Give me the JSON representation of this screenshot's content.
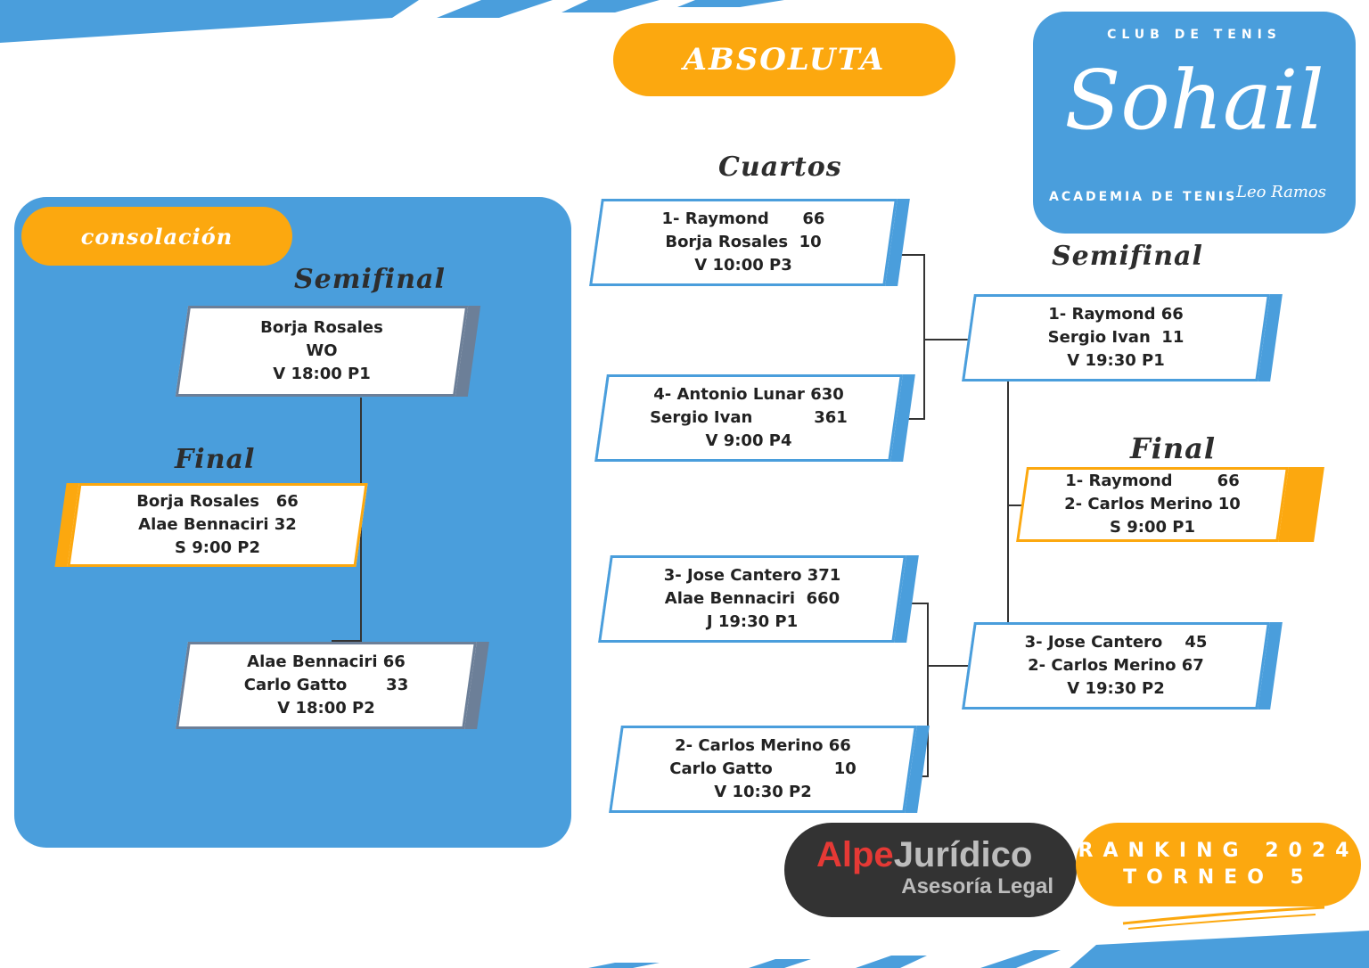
{
  "header": {
    "title": "ABSOLUTA"
  },
  "logo": {
    "club": "CLUB DE TENIS",
    "name": "Sohail",
    "academy": "ACADEMIA DE TENIS",
    "signature": "Leo Ramos"
  },
  "stages": {
    "cuartos": "Cuartos",
    "semifinal": "Semifinal",
    "final": "Final"
  },
  "cuartos": [
    {
      "l1": "1- Raymond      66",
      "l2": "Borja Rosales  10",
      "l3": "V 10:00 P3"
    },
    {
      "l1": "4- Antonio Lunar 630",
      "l2": "Sergio Ivan           361",
      "l3": "V 9:00 P4"
    },
    {
      "l1": "3- Jose Cantero 371",
      "l2": "Alae Bennaciri  660",
      "l3": "J 19:30 P1"
    },
    {
      "l1": "2- Carlos Merino 66",
      "l2": "Carlo Gatto           10",
      "l3": "V 10:30 P2"
    }
  ],
  "semifinal": [
    {
      "l1": "1- Raymond 66",
      "l2": "Sergio Ivan  11",
      "l3": "V 19:30 P1"
    },
    {
      "l1": "3- Jose Cantero    45",
      "l2": "2- Carlos Merino 67",
      "l3": "V 19:30 P2"
    }
  ],
  "final": {
    "l1": "1- Raymond        66",
    "l2": "2- Carlos Merino 10",
    "l3": "S 9:00 P1"
  },
  "consolacion": {
    "label": "consolación",
    "semifinal_title": "Semifinal",
    "final_title": "Final",
    "semi1": {
      "l1": "Borja Rosales",
      "l2": "WO",
      "l3": "V 18:00 P1"
    },
    "semi2": {
      "l1": "Alae Bennaciri 66",
      "l2": "Carlo Gatto       33",
      "l3": "V 18:00 P2"
    },
    "final": {
      "l1": "Borja Rosales   66",
      "l2": "Alae Bennaciri 32",
      "l3": "S 9:00 P2"
    }
  },
  "sponsor": {
    "alpe": "Alpe",
    "juridico": "Jurídico",
    "sub": "Asesoría Legal"
  },
  "ranking": {
    "line1": "RANKING 2024",
    "line2": "TORNEO 5"
  },
  "colors": {
    "blue": "#4a9edc",
    "orange": "#fca80f",
    "dark": "#333333",
    "gray": "#6c7f98"
  }
}
